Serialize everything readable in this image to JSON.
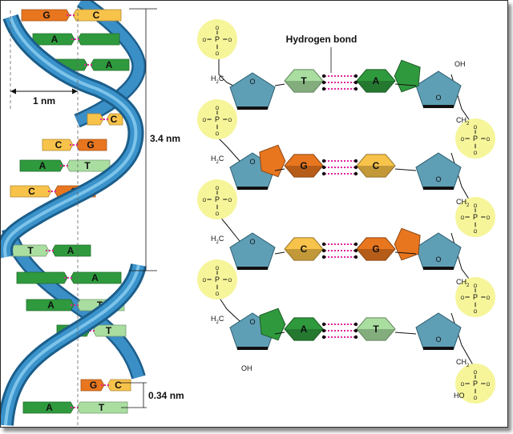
{
  "colors": {
    "guanine": "#e8761f",
    "cytosine": "#f8c34a",
    "adenine": "#2f9a3d",
    "thymine": "#a9dea0",
    "sugar": "#5f9fb5",
    "backbone": "#2f88c2",
    "phosphate": "#f6f59a",
    "hydrogen_bond": "#e0269c"
  },
  "helix": {
    "pairs": [
      {
        "left": "G",
        "right": "C"
      },
      {
        "left": "A",
        "right": ""
      },
      {
        "left": "",
        "right": "A"
      },
      {
        "left": "",
        "right": "C"
      },
      {
        "left": "C",
        "right": "G"
      },
      {
        "left": "A",
        "right": "T"
      },
      {
        "left": "C",
        "right": "G"
      },
      {
        "left": "T",
        "right": "A"
      },
      {
        "left": "",
        "right": "A"
      },
      {
        "left": "A",
        "right": "T"
      },
      {
        "left": "A",
        "right": "T"
      },
      {
        "left": "G",
        "right": "C"
      },
      {
        "left": "A",
        "right": "T"
      }
    ],
    "width_label": "1 nm",
    "turn_label": "3.4 nm",
    "step_label": "0.34 nm"
  },
  "structure": {
    "hbond_label": "Hydrogen bond",
    "rows": [
      {
        "left": "T",
        "right": "A"
      },
      {
        "left": "G",
        "right": "C"
      },
      {
        "left": "C",
        "right": "G"
      },
      {
        "left": "A",
        "right": "T"
      }
    ],
    "chem": {
      "phosphorus": "P",
      "oxygen": "O",
      "hydroxyl": "OH",
      "ho": "HO",
      "ch2_main": "CH",
      "ch2_sub": "2",
      "h2c_main": "C",
      "h_main": "H",
      "h2c_sub": "2"
    }
  }
}
